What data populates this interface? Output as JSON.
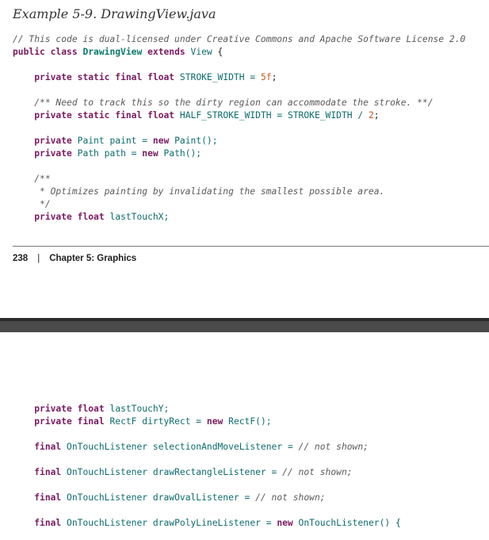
{
  "caption": {
    "label": "Example 5-9.",
    "file": "DrawingView.java"
  },
  "page1": {
    "comment": "// This code is dual-licensed under Creative Commons and Apache Software License 2.0",
    "kw_public": "public",
    "kw_class": "class",
    "class_name": "DrawingView",
    "kw_extends": "extends",
    "super_name": "View",
    "brace_open": " {",
    "kw_private": "private",
    "kw_static": "static",
    "kw_final": "final",
    "t_float": "float",
    "stroke_width_decl": "STROKE_WIDTH = ",
    "stroke_width_value": "5f",
    "semicolon": ";",
    "dirty_comment": "/** Need to track this so the dirty region can accommodate the stroke. **/",
    "half_stroke_decl": "HALF_STROKE_WIDTH = STROKE_WIDTH / ",
    "half_stroke_value": "2",
    "t_paint": "Paint",
    "paint_decl": "paint = ",
    "kw_new": "new",
    "paint_ctor": "Paint();",
    "t_path": "Path",
    "path_decl": "path = ",
    "path_ctor": "Path();",
    "doc_open": "/**",
    "doc_body": " * Optimizes painting by invalidating the smallest possible area.",
    "doc_close": " */",
    "last_touch_x": "lastTouchX;"
  },
  "footer": {
    "page_number": "238",
    "separator": "|",
    "chapter": "Chapter 5: Graphics"
  },
  "page2": {
    "kw_private": "private",
    "kw_final": "final",
    "kw_new": "new",
    "t_float": "float",
    "last_touch_y": "lastTouchY;",
    "t_rectf": "RectF",
    "dirty_rect_decl": "dirtyRect = ",
    "rectf_ctor": "RectF();",
    "t_listener": "OnTouchListener",
    "selection_decl": "selectionAndMoveListener = ",
    "draw_rect_decl": "drawRectangleListener = ",
    "draw_oval_decl": "drawOvalListener = ",
    "not_shown": "// not shown;",
    "poly_decl": "drawPolyLineListener = ",
    "poly_ctor": "OnTouchListener() {"
  }
}
